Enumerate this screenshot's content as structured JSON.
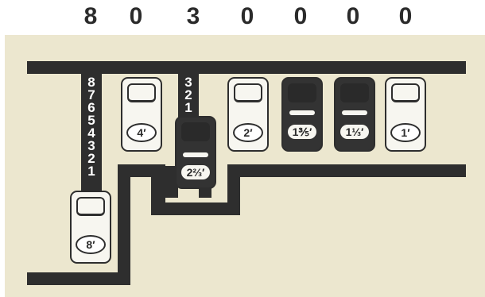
{
  "digits": [
    "8",
    "0",
    "3",
    "0",
    "0",
    "0",
    "0"
  ],
  "column_numbers": {
    "left": [
      "8",
      "7",
      "6",
      "5",
      "4",
      "3",
      "2",
      "1"
    ],
    "middle": [
      "3",
      "2",
      "1"
    ]
  },
  "cars": [
    {
      "label": "4′",
      "style": "white"
    },
    {
      "label": "2⅔′",
      "style": "dark"
    },
    {
      "label": "2′",
      "style": "white"
    },
    {
      "label": "1⅗′",
      "style": "dark"
    },
    {
      "label": "1⅓′",
      "style": "dark"
    },
    {
      "label": "1′",
      "style": "white"
    },
    {
      "label": "8′",
      "style": "white"
    }
  ],
  "colors": {
    "track": "#2e2e2e",
    "board": "#ece7cf",
    "car_white": "#f7f6f0",
    "car_dark": "#333333"
  }
}
